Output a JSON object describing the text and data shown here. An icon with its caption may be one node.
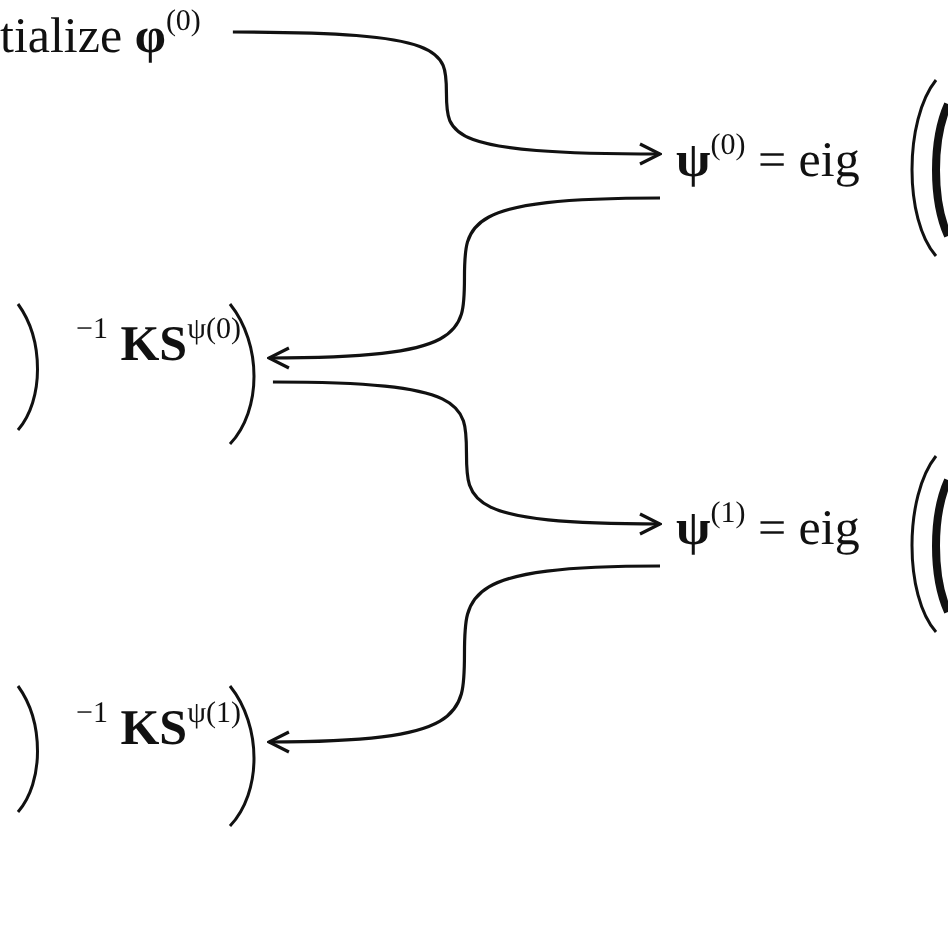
{
  "diagram": {
    "nodes": [
      {
        "text": [
          "tialize **φ**$^{(0)}$"
        ]
      },
      {
        "text": [
          "**ψ**$^{(0)}$ = eig"
        ]
      },
      {
        "text": [
          "$^{−1}$ **KS**$^{ψ(0)}$"
        ]
      },
      {
        "text": [
          "**ψ**$^{(1)}$ = eig"
        ]
      },
      {
        "text": [
          "$^{−1}$ **KS**$^{ψ(1)}$"
        ]
      }
    ],
    "edges": [
      {
        "from": 0,
        "to": 1,
        "arrow": "to"
      },
      {
        "from": 1,
        "to": 2,
        "arrow": "to"
      },
      {
        "from": 2,
        "to": 3,
        "arrow": "to"
      },
      {
        "from": 3,
        "to": 4,
        "arrow": "to"
      }
    ]
  }
}
